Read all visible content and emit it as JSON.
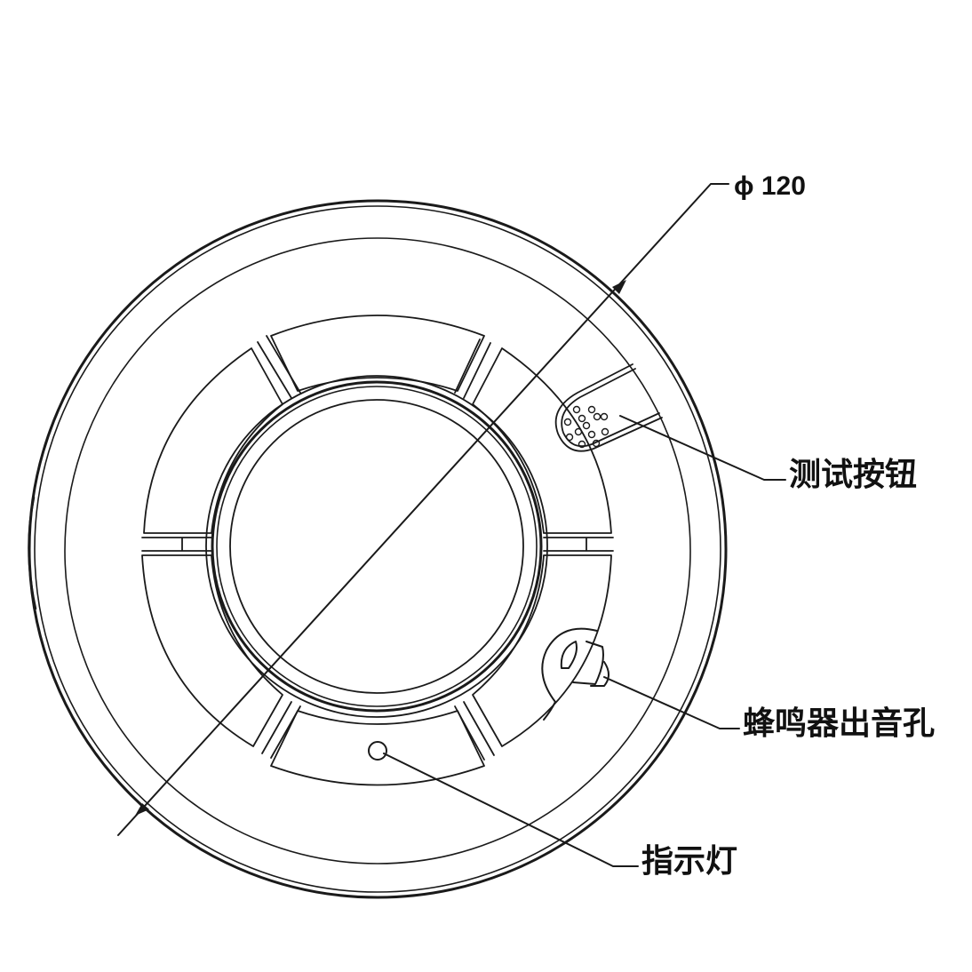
{
  "diagram": {
    "type": "technical line drawing",
    "subject": "ceiling-mounted smoke detector / alarm, top view",
    "colors": {
      "line": "#1a1a1a",
      "background": "#ffffff",
      "text": "#111111"
    },
    "dimension": {
      "symbol": "ϕ",
      "value": "120",
      "label": "ϕ 120"
    },
    "callouts": [
      {
        "id": "test-button",
        "label": "测试按钮"
      },
      {
        "id": "buzzer-hole",
        "label": "蜂鸣器出音孔"
      },
      {
        "id": "indicator-light",
        "label": "指示灯"
      }
    ],
    "test_button_holes": 14
  }
}
